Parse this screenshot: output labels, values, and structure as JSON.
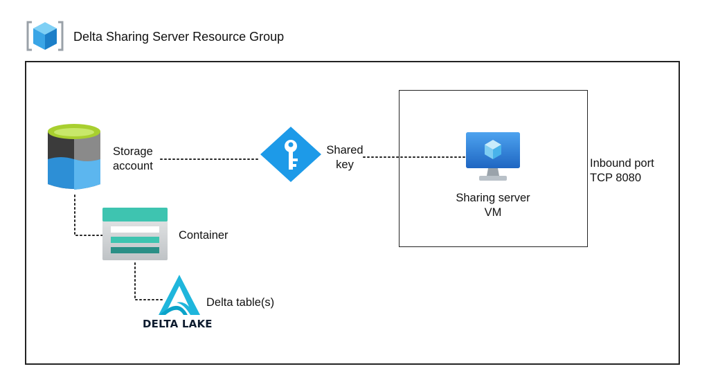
{
  "header": {
    "title": "Delta Sharing Server Resource Group",
    "icon": "resource-group-cube-icon"
  },
  "nodes": {
    "storage": {
      "label_line1": "Storage",
      "label_line2": "account",
      "icon": "storage-account-cylinder-icon"
    },
    "key": {
      "label_line1": "Shared",
      "label_line2": "key",
      "icon": "key-diamond-icon"
    },
    "vm": {
      "label_line1": "Sharing server",
      "label_line2": "VM",
      "icon": "virtual-machine-monitor-icon"
    },
    "port": {
      "label_line1": "Inbound port",
      "label_line2": "TCP 8080"
    },
    "container": {
      "label": "Container",
      "icon": "storage-container-icon"
    },
    "delta": {
      "label": "Delta table(s)",
      "logo_text": "DELTA LAKE",
      "icon": "delta-lake-logo-icon"
    }
  },
  "colors": {
    "storage_green": "#a8cf2f",
    "storage_dark": "#3b3b3b",
    "storage_blue": "#2d8fd6",
    "key_blue": "#1d9ae8",
    "vm_blue": "#2b7ad9",
    "container_teal": "#3ec4b0",
    "delta_teal": "#1fb6dc"
  }
}
